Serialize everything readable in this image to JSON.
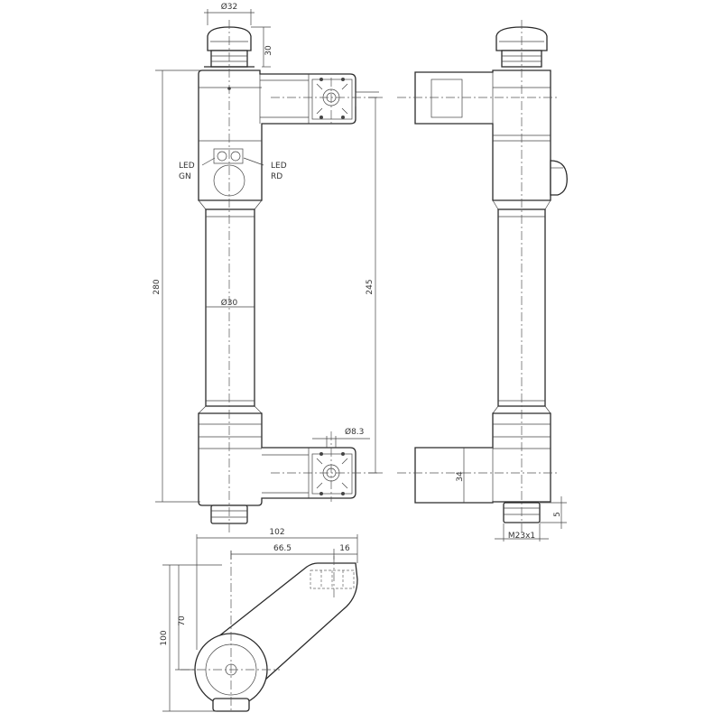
{
  "dimensions": {
    "top_diameter": "Ø32",
    "cap_height": "30",
    "overall_height": "280",
    "mount_spacing": "245",
    "tube_diameter": "Ø30",
    "hole_diameter": "Ø8.3",
    "arm_height": "34",
    "thread_length": "5",
    "thread_spec": "M23x1",
    "overall_width": "102",
    "axis_offset": "66.5",
    "arm_offset": "16",
    "overall_depth": "100",
    "arm_depth": "70"
  },
  "labels": {
    "led_left_1": "LED",
    "led_left_2": "GN",
    "led_right_1": "LED",
    "led_right_2": "RD"
  },
  "colors": {
    "line": "#2b2b2b",
    "text": "#333333"
  }
}
